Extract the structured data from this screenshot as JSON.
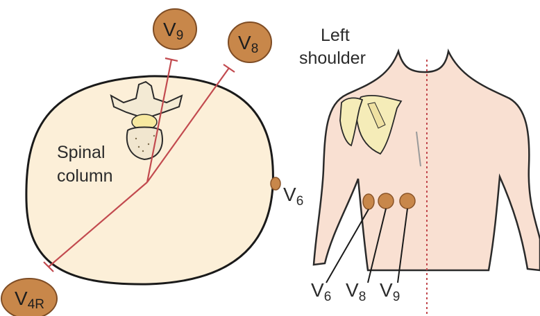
{
  "cross_section": {
    "spine_label_line1": "Spinal",
    "spine_label_line2": "column"
  },
  "leads": {
    "v9": {
      "base": "V",
      "sub": "9"
    },
    "v8": {
      "base": "V",
      "sub": "8"
    },
    "v4r": {
      "base": "V",
      "sub": "4R"
    },
    "v6": {
      "base": "V",
      "sub": "6"
    }
  },
  "back_view": {
    "shoulder_line1": "Left",
    "shoulder_line2": "shoulder",
    "bottom_leads": [
      {
        "base": "V",
        "sub": "6"
      },
      {
        "base": "V",
        "sub": "8"
      },
      {
        "base": "V",
        "sub": "9"
      }
    ]
  },
  "colors": {
    "electrode_fill": "#c8874a",
    "electrode_stroke": "#8a5428",
    "chest_fill": "#fcefd8",
    "skin_fill": "#f9e0d2",
    "bone_fill": "#f5ecb8",
    "lead_line": "#c24a4f"
  }
}
